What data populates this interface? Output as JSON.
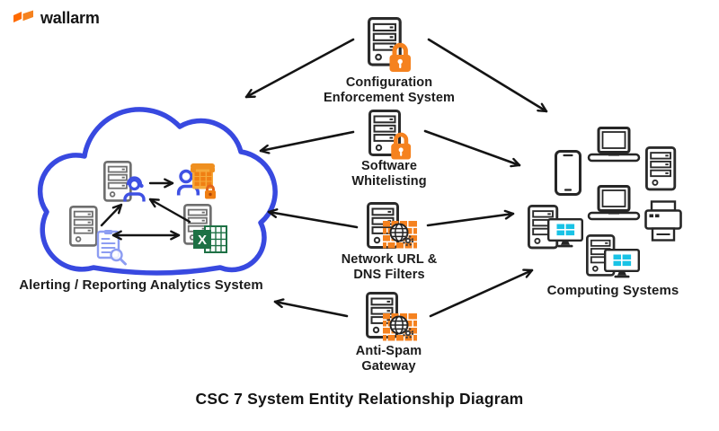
{
  "logo": {
    "brand": "wallarm",
    "color": "#f5821f"
  },
  "title": "CSC 7 System Entity Relationship Diagram",
  "cloud": {
    "label": "Alerting / Reporting Analytics System",
    "outline_color": "#3849e0",
    "icons": [
      "server-with-support-agent",
      "analyst-with-phone-and-lock",
      "server-with-report-search",
      "server-with-spreadsheet"
    ]
  },
  "middle_nodes": [
    {
      "id": "configuration-enforcement-system",
      "label": "Configuration\nEnforcement System",
      "badge": "padlock-icon"
    },
    {
      "id": "software-whitelisting",
      "label": "Software\nWhitelisting",
      "badge": "padlock-icon"
    },
    {
      "id": "network-url-dns-filters",
      "label": "Network URL &\nDNS Filters",
      "badge": "firewall-globe-icon"
    },
    {
      "id": "anti-spam-gateway",
      "label": "Anti-Spam\nGateway",
      "badge": "firewall-globe-icon"
    }
  ],
  "computing": {
    "label": "Computing Systems",
    "devices": [
      "smartphone",
      "laptop",
      "desktop-tower",
      "laptop",
      "desktop-with-monitor",
      "printer",
      "desktop-with-monitor"
    ]
  },
  "connections": [
    {
      "from": "configuration-enforcement-system",
      "to": "alerting-reporting-analytics-system"
    },
    {
      "from": "configuration-enforcement-system",
      "to": "computing-systems"
    },
    {
      "from": "software-whitelisting",
      "to": "alerting-reporting-analytics-system"
    },
    {
      "from": "software-whitelisting",
      "to": "computing-systems"
    },
    {
      "from": "network-url-dns-filters",
      "to": "alerting-reporting-analytics-system"
    },
    {
      "from": "network-url-dns-filters",
      "to": "computing-systems"
    },
    {
      "from": "anti-spam-gateway",
      "to": "alerting-reporting-analytics-system"
    },
    {
      "from": "anti-spam-gateway",
      "to": "computing-systems"
    },
    {
      "from": "report-search-server",
      "to": "agent-server",
      "within": "cloud"
    },
    {
      "from": "spreadsheet-server",
      "to": "agent-server",
      "within": "cloud"
    },
    {
      "from": "agent-server",
      "to": "analyst",
      "within": "cloud"
    },
    {
      "from": "report-search-server",
      "to": "spreadsheet-server",
      "within": "cloud",
      "bidirectional": true
    }
  ],
  "colors": {
    "orange": "#f5821f",
    "blue": "#3849e0",
    "person_blue": "#3f51e3",
    "windows_cyan": "#19c3e6",
    "excel_green": "#1e7145",
    "doc_periwinkle": "#8d9df2",
    "ink": "#1c1c1c"
  }
}
